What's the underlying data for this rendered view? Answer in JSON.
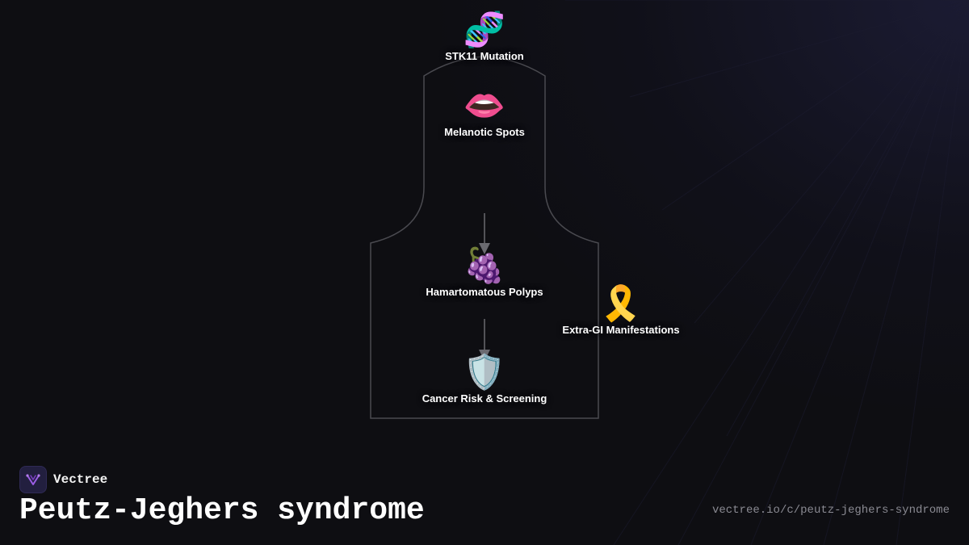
{
  "diagram": {
    "nodes": [
      {
        "id": "stk11",
        "label": "STK11 Mutation",
        "icon": "dna-icon",
        "glyph": "🧬"
      },
      {
        "id": "spots",
        "label": "Melanotic Spots",
        "icon": "lips-icon",
        "glyph": "👄"
      },
      {
        "id": "polyps",
        "label": "Hamartomatous Polyps",
        "icon": "grapes-icon",
        "glyph": "🍇"
      },
      {
        "id": "extragi",
        "label": "Extra-GI Manifestations",
        "icon": "ribbon-icon",
        "glyph": "🎗️"
      },
      {
        "id": "cancer",
        "label": "Cancer Risk & Screening",
        "icon": "shield-icon",
        "glyph": "🛡️"
      }
    ],
    "edges": [
      {
        "from": "spots",
        "to": "polyps"
      },
      {
        "from": "polyps",
        "to": "cancer"
      }
    ],
    "colors": {
      "outline": "#4a4a50",
      "arrow": "#6a6a70",
      "label": "#ffffff"
    }
  },
  "brand": {
    "name": "Vectree",
    "logo_color": "#9b5de5"
  },
  "page": {
    "title": "Peutz-Jeghers syndrome",
    "url": "vectree.io/c/peutz-jeghers-syndrome"
  }
}
